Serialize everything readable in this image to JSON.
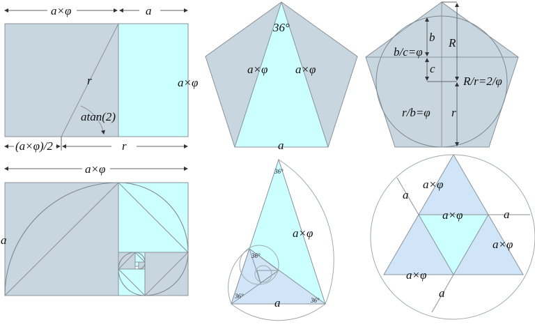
{
  "colors": {
    "gray_blue": "#C8D6E0",
    "cyan": "#CCFFFF",
    "light_blue": "#D0E6F8",
    "stroke": "#8A9298",
    "background": "#FFFFFF"
  },
  "panel1_golden_rectangle": {
    "top_left_dim": "a×φ",
    "top_right_dim": "a",
    "right_dim": "a×φ",
    "diagonal_label": "r",
    "angle_label": "atan(2)",
    "bottom_left_dim": "(a×φ)/2",
    "bottom_right_dim": "r"
  },
  "panel2_pentagon_triangle": {
    "apex_angle": "36°",
    "left_side": "a×φ",
    "right_side": "a×φ",
    "base": "a"
  },
  "panel3_pentagon_circle": {
    "b": "b",
    "R": "R",
    "ratio_bc": "b/c=φ",
    "c": "c",
    "ratio_Rr": "R/r=2/φ",
    "ratio_rb": "r/b=φ",
    "r": "r"
  },
  "panel4_golden_spiral": {
    "top_dim": "a×φ",
    "left_dim": "a"
  },
  "panel5_golden_triangle_spiral": {
    "apex_angle": "36°",
    "inner_angle": "36°",
    "bottom_left_angle": "36°",
    "bottom_right_angle": "36°",
    "side": "a×φ",
    "base": "a"
  },
  "panel6_triangle_in_circle": {
    "top_left": "a×φ",
    "left_a": "a",
    "middle": "a×φ",
    "right_a": "a",
    "right": "a×φ",
    "bottom": "a×φ",
    "bottom_a": "a"
  }
}
